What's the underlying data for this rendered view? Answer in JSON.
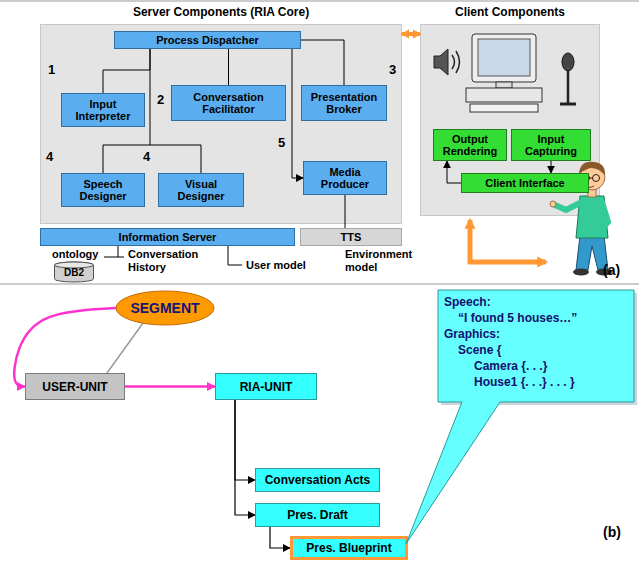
{
  "diagram": {
    "nodes": [
      {
        "text": [
          "Server Components (RIA Core)"
        ]
      },
      {
        "text": [
          "Process Dispatcher"
        ],
        "in": 0
      },
      {
        "text": [
          "Input Interpreter"
        ],
        "in": 0
      },
      {
        "text": [
          "Conversation Facilitator"
        ],
        "in": 0
      },
      {
        "text": [
          "Presentation Broker"
        ],
        "in": 0
      },
      {
        "text": [
          "Speech Designer"
        ],
        "in": 0
      },
      {
        "text": [
          "Visual Designer"
        ],
        "in": 0
      },
      {
        "text": [
          "Media Producer"
        ],
        "in": 0
      },
      {
        "text": [
          "Information Server"
        ]
      },
      {
        "text": [
          "TTS"
        ]
      },
      {
        "text": [
          "DB2"
        ]
      },
      {
        "text": [
          "Client Components"
        ]
      },
      {
        "text": [
          "Output Rendering"
        ],
        "in": 11
      },
      {
        "text": [
          "Input Capturing"
        ],
        "in": 11
      },
      {
        "text": [
          "Client Interface"
        ],
        "in": 11
      },
      {
        "text": [
          "SEGMENT"
        ]
      },
      {
        "text": [
          "USER-UNIT"
        ]
      },
      {
        "text": [
          "RIA-UNIT"
        ]
      },
      {
        "text": [
          "Conversation Acts"
        ]
      },
      {
        "text": [
          "Pres. Draft"
        ]
      },
      {
        "text": [
          "Pres. Blueprint"
        ]
      },
      {
        "text": [
          "Speech:",
          "“I found 5 houses…”",
          "Graphics:",
          "Scene {",
          "Camera {. . .}",
          "House1 {. . .} . . . }"
        ]
      }
    ],
    "edges": [
      {
        "from": 1,
        "to": 2,
        "arrow": "none"
      },
      {
        "from": 1,
        "to": 3,
        "arrow": "none"
      },
      {
        "from": 1,
        "to": 4,
        "arrow": "none"
      },
      {
        "from": 1,
        "to": 5,
        "arrow": "none"
      },
      {
        "from": 1,
        "to": 6,
        "arrow": "none"
      },
      {
        "from": 1,
        "to": 7,
        "arrow": "to"
      },
      {
        "from": 7,
        "to": 9,
        "arrow": "none"
      },
      {
        "from": 13,
        "to": 14,
        "arrow": "to"
      },
      {
        "from": 14,
        "to": 12,
        "arrow": "to"
      },
      {
        "from": 0,
        "to": 11,
        "arrow": "both"
      },
      {
        "from": 15,
        "to": 16,
        "arrow": "none"
      },
      {
        "from": 15,
        "to": 16,
        "arrow": "to"
      },
      {
        "from": 16,
        "to": 17,
        "arrow": "to"
      },
      {
        "from": 17,
        "to": 18,
        "arrow": "to"
      },
      {
        "from": 17,
        "to": 19,
        "arrow": "to"
      },
      {
        "from": 19,
        "to": 20,
        "arrow": "to"
      }
    ],
    "labels": [
      "1",
      "2",
      "3",
      "4",
      "4",
      "5",
      "ontology",
      "Conversation History",
      "User model",
      "Environment model",
      "(a)",
      "(b)"
    ]
  }
}
